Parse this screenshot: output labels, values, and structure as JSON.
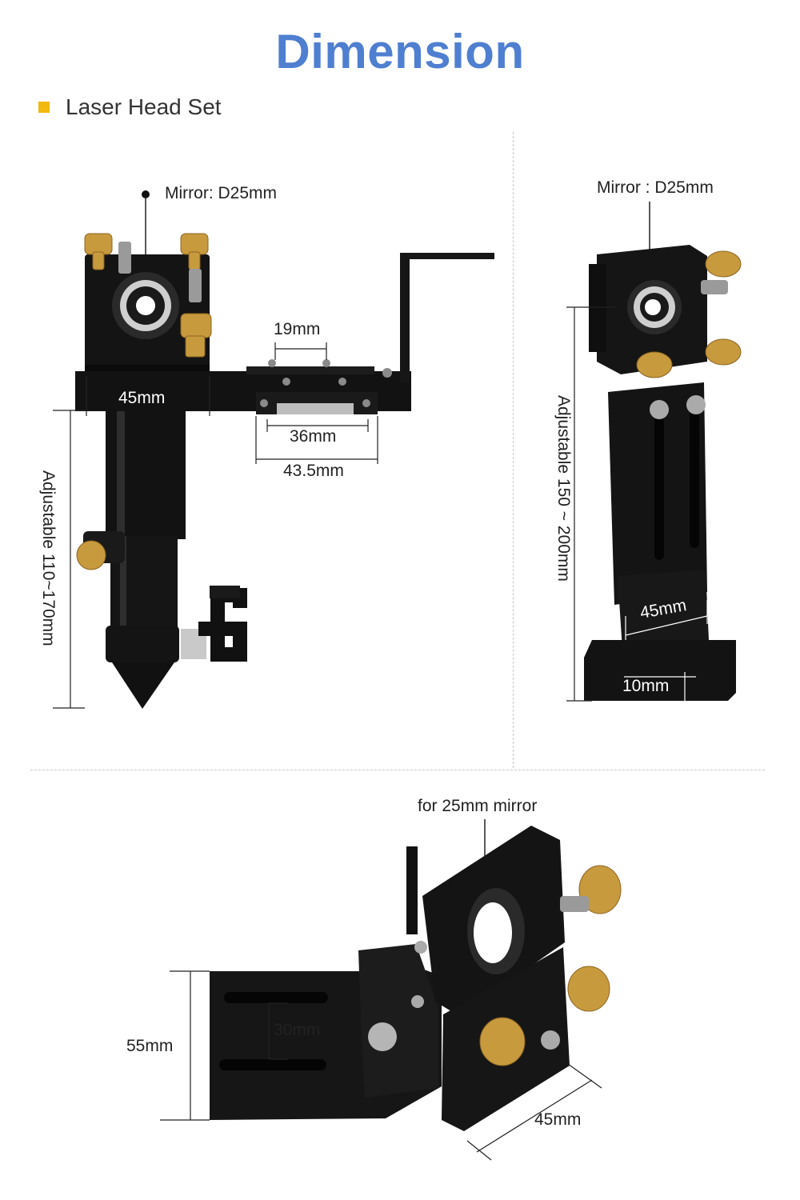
{
  "header": {
    "title": "Dimension",
    "subtitle": "Laser Head Set"
  },
  "colors": {
    "title": "#4f7fd0",
    "bullet": "#f1b80f",
    "metal": "#111111",
    "brass": "#c89a3e"
  },
  "figure_left": {
    "mirror_label": "Mirror: D25mm",
    "width_label": "45mm",
    "slot_label": "19mm",
    "rail_label": "36mm",
    "base_label": "43.5mm",
    "adjust_label": "Adjustable 110~170mm"
  },
  "figure_right": {
    "mirror_label": "Mirror : D25mm",
    "adjust_label": "Adjustable 150 ~ 200mm",
    "width_label": "45mm",
    "thickness_label": "10mm"
  },
  "figure_bottom": {
    "mirror_label": "for 25mm mirror",
    "height_label": "55mm",
    "slot_label": "30mm",
    "width_label": "45mm"
  }
}
